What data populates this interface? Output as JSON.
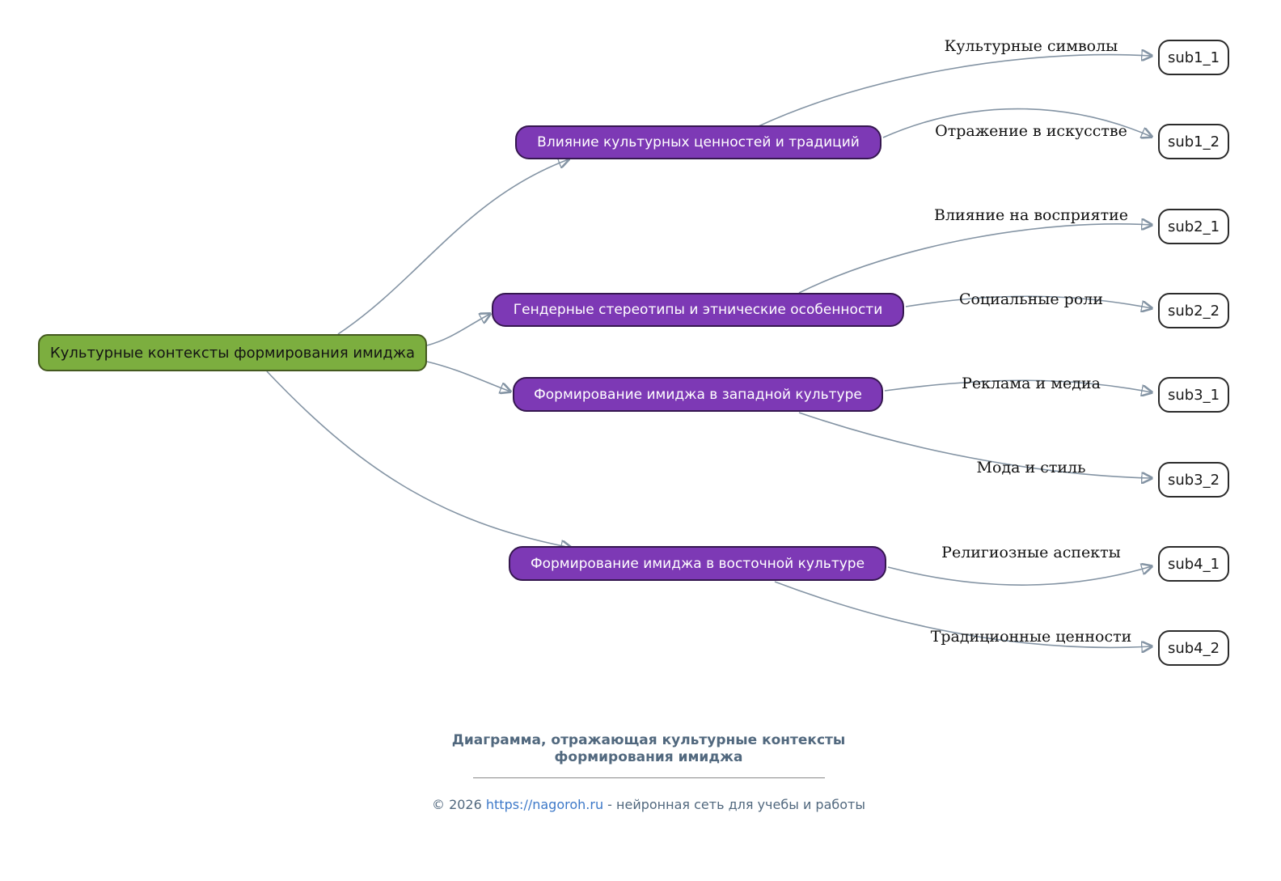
{
  "root": {
    "label": "Культурные контексты формирования имиджа"
  },
  "branches": [
    {
      "label": "Влияние культурных ценностей и традиций",
      "children": [
        {
          "edge_label": "Культурные символы",
          "label": "sub1_1"
        },
        {
          "edge_label": "Отражение в искусстве",
          "label": "sub1_2"
        }
      ]
    },
    {
      "label": "Гендерные стереотипы и этнические особенности",
      "children": [
        {
          "edge_label": "Влияние на восприятие",
          "label": "sub2_1"
        },
        {
          "edge_label": "Социальные роли",
          "label": "sub2_2"
        }
      ]
    },
    {
      "label": "Формирование имиджа в западной культуре",
      "children": [
        {
          "edge_label": "Реклама и медиа",
          "label": "sub3_1"
        },
        {
          "edge_label": "Мода и стиль",
          "label": "sub3_2"
        }
      ]
    },
    {
      "label": "Формирование имиджа в восточной культуре",
      "children": [
        {
          "edge_label": "Религиозные аспекты",
          "label": "sub4_1"
        },
        {
          "edge_label": "Традиционные ценности",
          "label": "sub4_2"
        }
      ]
    }
  ],
  "footer": {
    "title": "Диаграмма, отражающая культурные контексты формирования имиджа",
    "copyright_prefix": "© 2026 ",
    "link": "https://nagoroh.ru",
    "copyright_suffix": " - нейронная сеть для учебы и работы"
  },
  "colors": {
    "root_fill": "#7cae3f",
    "branch_fill": "#7d39b5",
    "leaf_fill": "#ffffff",
    "edge": "#8494a4",
    "footer_text": "#51687e",
    "link": "#3c78c8"
  }
}
